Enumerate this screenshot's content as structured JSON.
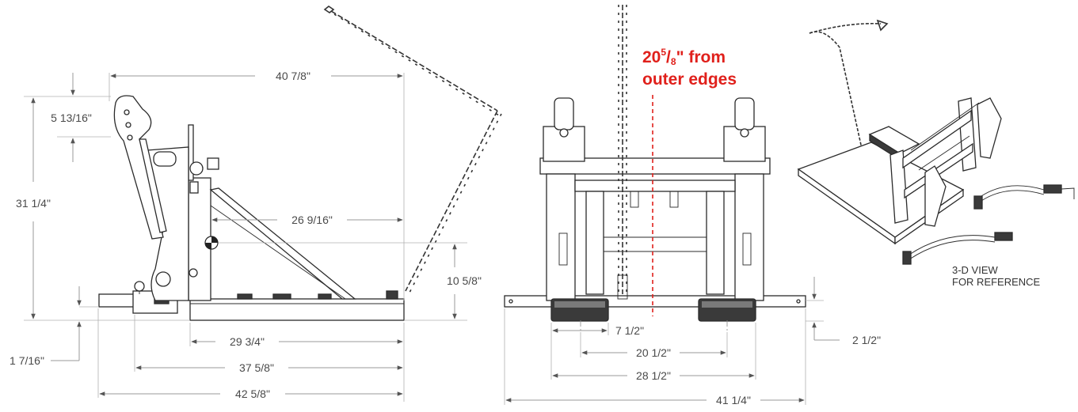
{
  "dimensions": {
    "side_top_width": "40 7/8\"",
    "side_jaw_opening": "5 13/16\"",
    "side_height": "31 1/4\"",
    "side_cg_horizontal": "26 9/16\"",
    "side_cg_height": "10 5/8\"",
    "side_base_offset": "1 7/16\"",
    "side_plate_length": "29 3/4\"",
    "side_mid_length": "37 5/8\"",
    "side_overall_length": "42 5/8\"",
    "front_pocket_width": "7 1/2\"",
    "front_pocket_spacing": "20 1/2\"",
    "front_outer_width": "28 1/2\"",
    "front_overall_width": "41 1/4\"",
    "front_pocket_height": "2 1/2\""
  },
  "note": {
    "main": "20",
    "sup": "5",
    "slash": "/",
    "sub": "8",
    "tail": "\" from",
    "line2": "outer edges",
    "color": "#e0201b"
  },
  "view_label": {
    "line1": "3-D VIEW",
    "line2": "FOR REFERENCE"
  }
}
